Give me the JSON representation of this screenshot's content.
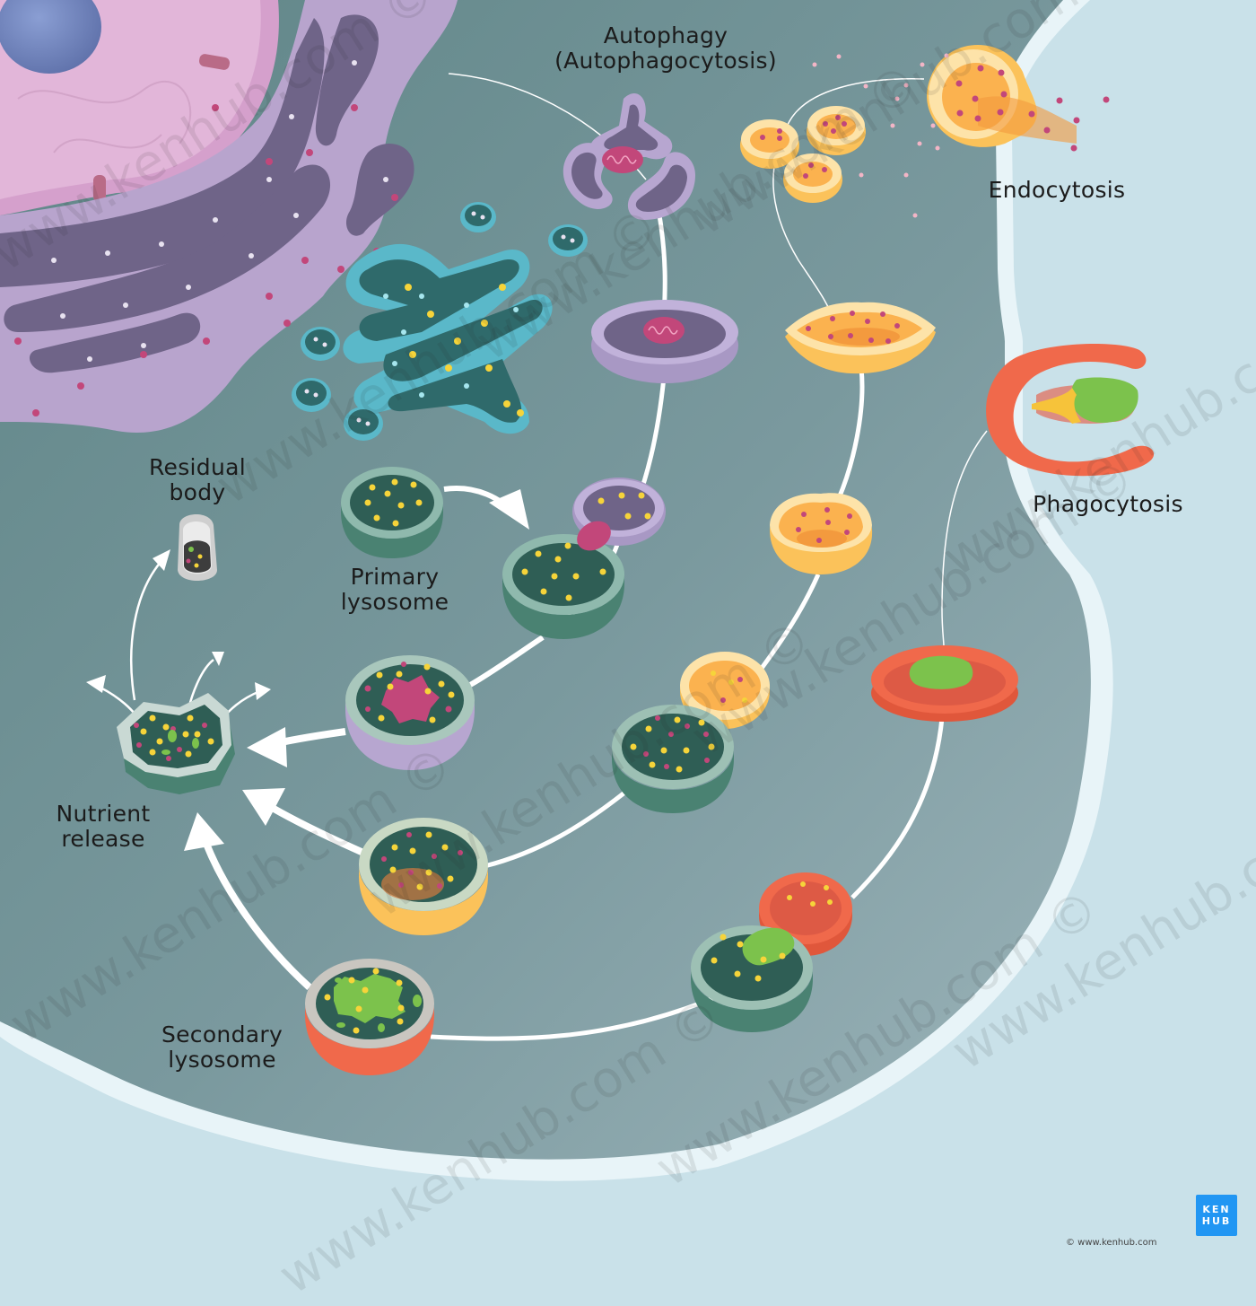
{
  "labels": {
    "autophagy_line1": "Autophagy",
    "autophagy_line2": "(Autophagocytosis)",
    "endocytosis": "Endocytosis",
    "phagocytosis": "Phagocytosis",
    "residual_body_line1": "Residual",
    "residual_body_line2": "body",
    "primary_lysosome_line1": "Primary",
    "primary_lysosome_line2": "lysosome",
    "nutrient_release_line1": "Nutrient",
    "nutrient_release_line2": "release",
    "secondary_lysosome_line1": "Secondary",
    "secondary_lysosome_line2": "lysosome"
  },
  "brand": {
    "logo_line1": "KEN",
    "logo_line2": "HUB",
    "copyright": "© www.kenhub.com",
    "watermark": "www.kenhub.com ©"
  },
  "colors": {
    "cytoplasm": "#6c8f93",
    "extracellular": "#c9e1e9",
    "membrane": "#e8f4f8",
    "lysosome_green": "#4f8a78",
    "lysosome_inner": "#2f5e55",
    "autophagy_purple": "#b7a6d0",
    "endosome_yellow": "#fbc25a",
    "phagosome_red": "#f0694b",
    "golgi_blue": "#5ab8c9",
    "er_purple": "#8d7fa8",
    "nucleus_pink": "#d9a8cf",
    "enzyme_yellow": "#f6d43a",
    "cargo_magenta": "#c2477a",
    "bacterium_green": "#7cc24c",
    "kenhub_blue": "#2196f3"
  }
}
